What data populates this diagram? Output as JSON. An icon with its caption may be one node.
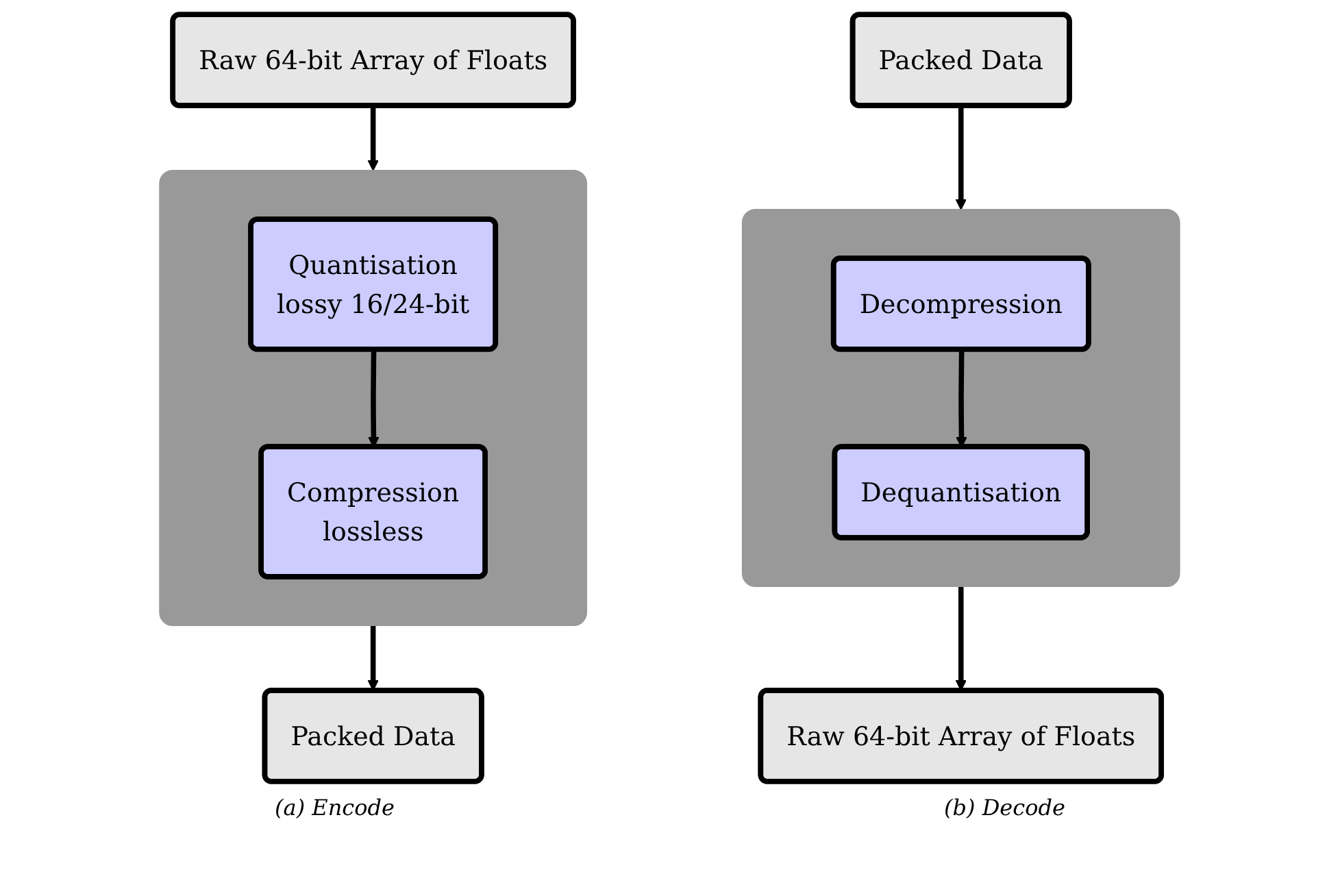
{
  "diagram": {
    "nodes": [
      {
        "text": [
          "Raw 64-bit Array of Floats"
        ]
      },
      {
        "text": [],
        "shape": "box"
      },
      {
        "text": [
          "Quantisation",
          "lossy 16/24-bit"
        ],
        "in": 1
      },
      {
        "text": [
          "Compression",
          "lossless"
        ],
        "in": 1
      },
      {
        "text": [
          "Packed Data"
        ]
      },
      {
        "text": [
          "Packed Data"
        ]
      },
      {
        "text": [],
        "shape": "box"
      },
      {
        "text": [
          "Decompression"
        ],
        "in": 6
      },
      {
        "text": [
          "Dequantisation"
        ],
        "in": 6
      },
      {
        "text": [
          "Raw 64-bit Array of Floats"
        ]
      }
    ],
    "edges": [
      {
        "from": 0,
        "to": 1,
        "arrow": "to"
      },
      {
        "from": 2,
        "to": 3,
        "arrow": "to"
      },
      {
        "from": 1,
        "to": 4,
        "arrow": "to"
      },
      {
        "from": 5,
        "to": 6,
        "arrow": "to"
      },
      {
        "from": 7,
        "to": 8,
        "arrow": "to"
      },
      {
        "from": 6,
        "to": 9,
        "arrow": "to"
      }
    ],
    "labels": [
      "(a) Encode",
      "(b) Decode"
    ]
  }
}
